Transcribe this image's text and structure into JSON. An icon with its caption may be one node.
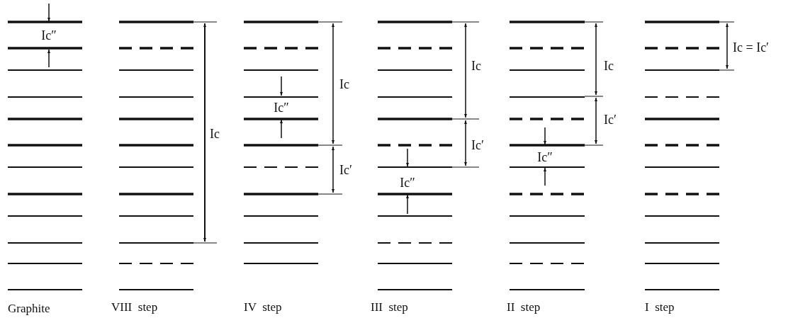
{
  "diagram": {
    "labels": [
      "Ic″",
      "Ic",
      "Ic",
      "Ic″",
      "Ic′",
      "Ic",
      "Ic′",
      "Ic″",
      "Ic",
      "Ic′",
      "Ic″",
      "Ic = Ic′",
      "Graphite",
      "VIII  step",
      "IV  step",
      "III  step",
      "II  step",
      "I  step"
    ]
  }
}
